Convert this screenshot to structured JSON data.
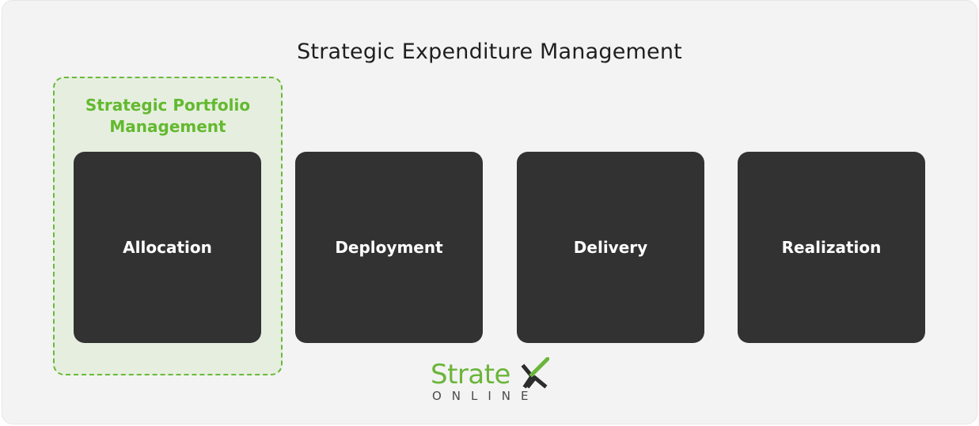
{
  "title": "Strategic Expenditure Management",
  "group": {
    "title_line1": "Strategic Portfolio",
    "title_line2": "Management",
    "border_color": "#69b93a",
    "fill_color": "#e6efdf"
  },
  "stages": [
    {
      "label": "Allocation"
    },
    {
      "label": "Deployment"
    },
    {
      "label": "Delivery"
    },
    {
      "label": "Realization"
    }
  ],
  "logo": {
    "word": "Strate",
    "sub": "ONLINE",
    "brand_color": "#6bb53a"
  },
  "colors": {
    "background": "#f3f3f3",
    "stage_fill": "#323232",
    "stage_text": "#ffffff",
    "accent_green": "#63b92f"
  }
}
